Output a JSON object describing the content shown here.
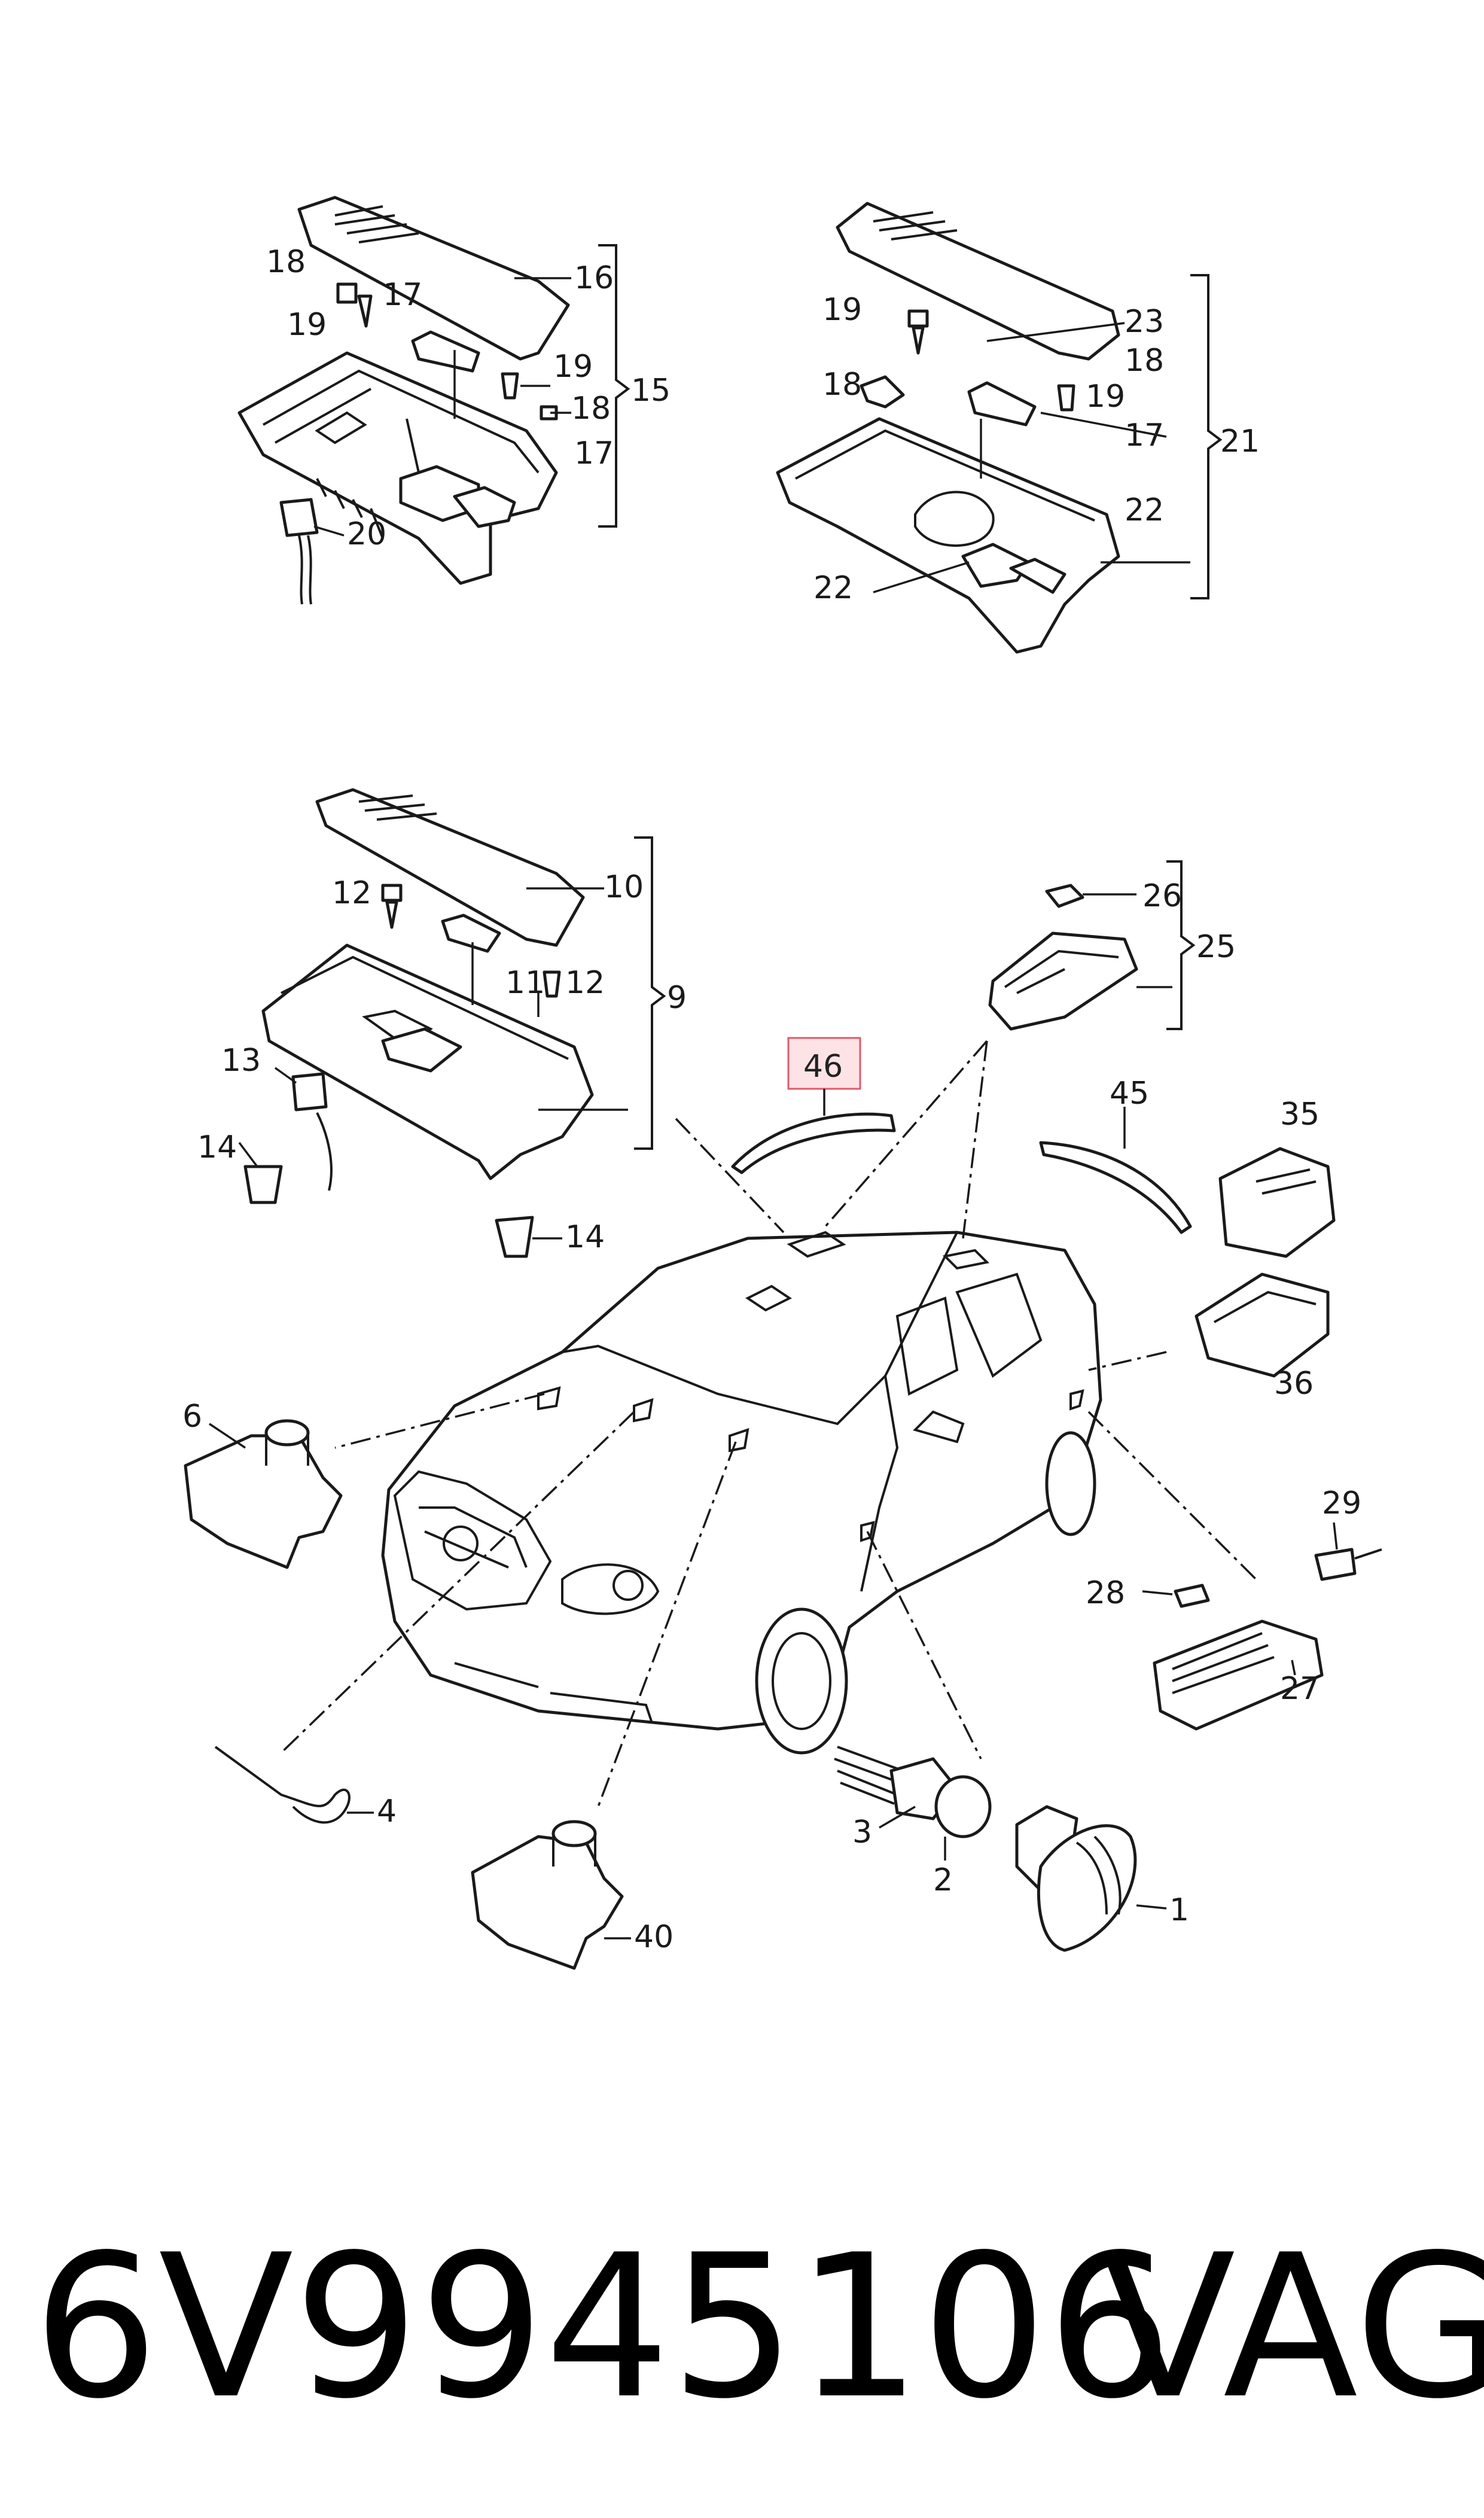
{
  "callouts": {
    "c1": "1",
    "c2": "2",
    "c3": "3",
    "c4": "4",
    "c6": "6",
    "c9": "9",
    "c10": "10",
    "c11": "11",
    "c12a": "12",
    "c12b": "12",
    "c13": "13",
    "c14a": "14",
    "c14b": "14",
    "c15": "15",
    "c16": "16",
    "c17a": "17",
    "c17b": "17",
    "c17c": "17",
    "c18a": "18",
    "c18b": "18",
    "c18c": "18",
    "c18d": "18",
    "c19a": "19",
    "c19b": "19",
    "c19c": "19",
    "c19d": "19",
    "c20": "20",
    "c21": "21",
    "c22a": "22",
    "c22b": "22",
    "c23": "23",
    "c25": "25",
    "c26": "26",
    "c27": "27",
    "c28": "28",
    "c29": "29",
    "c35": "35",
    "c36": "36",
    "c40": "40",
    "c45": "45",
    "c46": "46"
  },
  "highlight_color": "#e05a6a",
  "highlight_fill": "#fde3e6",
  "part_number": "6V9945106",
  "brand": "VAG"
}
